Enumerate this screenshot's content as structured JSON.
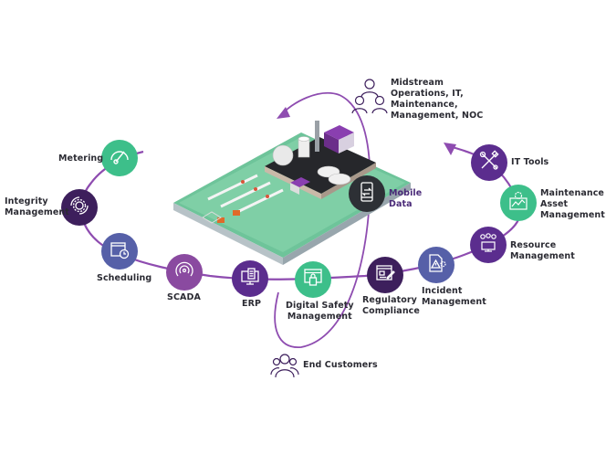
{
  "diagram": {
    "colors": {
      "path": "#8e4cb0",
      "green": "#3dbf8a",
      "dark_purple": "#3d1f5c",
      "blue": "#5660a8",
      "purple": "#5b2d8e",
      "violet": "#8a4aa0",
      "dark_gray": "#2d3035",
      "platform": "#7fcfa6"
    },
    "stakeholders": {
      "top": "Midstream Operations, IT, Maintenance, Management, NOC",
      "top_lines": [
        "Midstream",
        "Operations, IT,",
        "Maintenance,",
        "Management, NOC"
      ],
      "bottom": "End Customers"
    },
    "nodes": [
      {
        "id": "metering",
        "label_lines": [
          "Metering"
        ],
        "icon": "gauge-icon",
        "color": "green"
      },
      {
        "id": "integrity-management",
        "label_lines": [
          "Integrity",
          "Management"
        ],
        "icon": "gear-cycle-icon",
        "color": "dark_purple"
      },
      {
        "id": "scheduling",
        "label_lines": [
          "Scheduling"
        ],
        "icon": "calendar-clock-icon",
        "color": "blue"
      },
      {
        "id": "scada",
        "label_lines": [
          "SCADA"
        ],
        "icon": "signal-icon",
        "color": "violet"
      },
      {
        "id": "erp",
        "label_lines": [
          "ERP"
        ],
        "icon": "monitor-document-icon",
        "color": "purple"
      },
      {
        "id": "digital-safety-management",
        "label_lines": [
          "Digital Safety",
          "Management"
        ],
        "icon": "browser-lock-icon",
        "color": "green"
      },
      {
        "id": "mobile-data",
        "label_lines": [
          "Mobile",
          "Data"
        ],
        "icon": "mobile-transfer-icon",
        "color": "dark_gray"
      },
      {
        "id": "regulatory-compliance",
        "label_lines": [
          "Regulatory",
          "Compliance"
        ],
        "icon": "form-pen-icon",
        "color": "dark_purple"
      },
      {
        "id": "incident-management",
        "label_lines": [
          "Incident",
          "Management"
        ],
        "icon": "warning-document-icon",
        "color": "blue"
      },
      {
        "id": "resource-management",
        "label_lines": [
          "Resource",
          "Management"
        ],
        "icon": "people-monitor-icon",
        "color": "purple"
      },
      {
        "id": "maintenance-asset-management",
        "label_lines": [
          "Maintenance /",
          "Asset",
          "Management"
        ],
        "icon": "gear-chart-icon",
        "color": "green"
      },
      {
        "id": "it-tools",
        "label_lines": [
          "IT Tools"
        ],
        "icon": "tools-icon",
        "color": "purple"
      }
    ]
  }
}
